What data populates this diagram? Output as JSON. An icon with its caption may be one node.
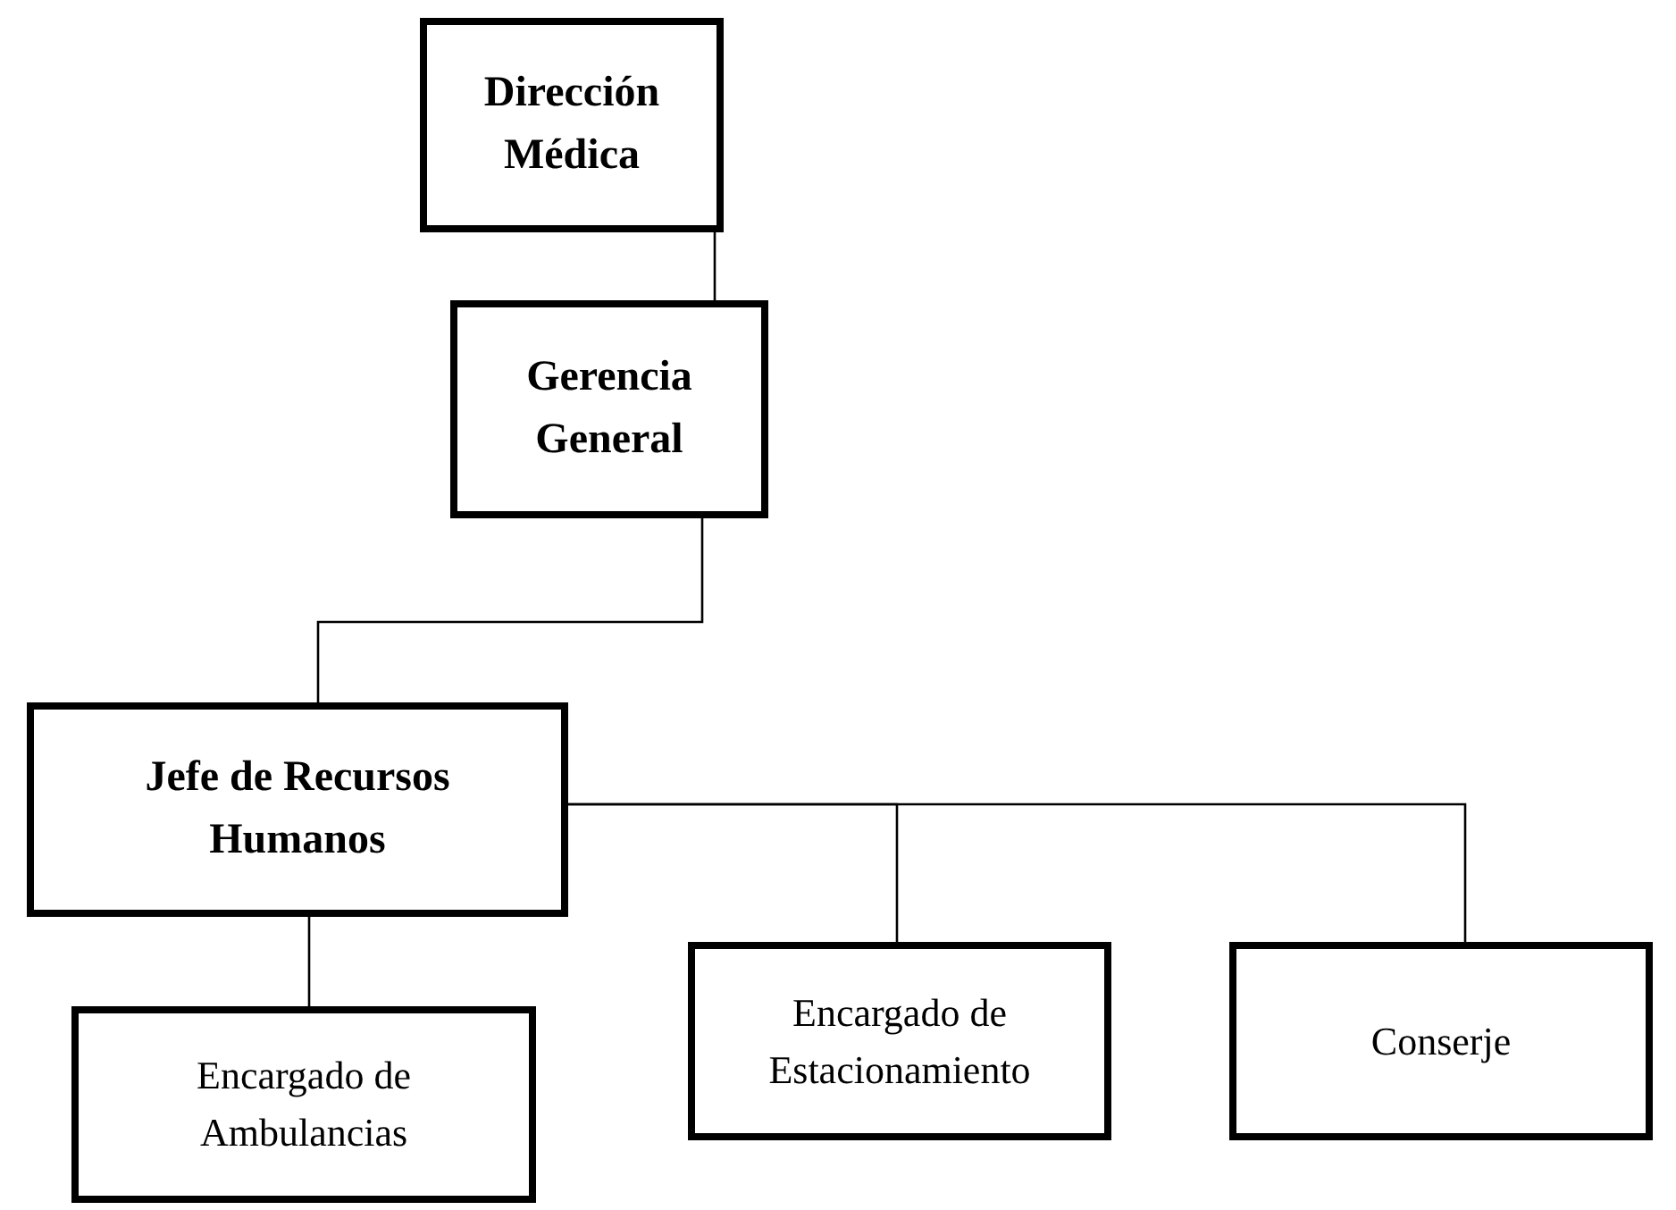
{
  "diagram": {
    "nodes": [
      {
        "text": [
          "Dirección Médica"
        ]
      },
      {
        "text": [
          "Gerencia General"
        ]
      },
      {
        "text": [
          "Jefe de Recursos Humanos"
        ]
      },
      {
        "text": [
          "Encargado de Ambulancias"
        ]
      },
      {
        "text": [
          "Encargado de Estacionamiento"
        ]
      },
      {
        "text": [
          "Conserje"
        ]
      }
    ],
    "edges": [
      {
        "from": 0,
        "to": 1,
        "arrow": "none"
      },
      {
        "from": 1,
        "to": 2,
        "arrow": "none"
      },
      {
        "from": 2,
        "to": 3,
        "arrow": "none"
      },
      {
        "from": 2,
        "to": 4,
        "arrow": "none"
      },
      {
        "from": 2,
        "to": 5,
        "arrow": "none"
      }
    ]
  }
}
